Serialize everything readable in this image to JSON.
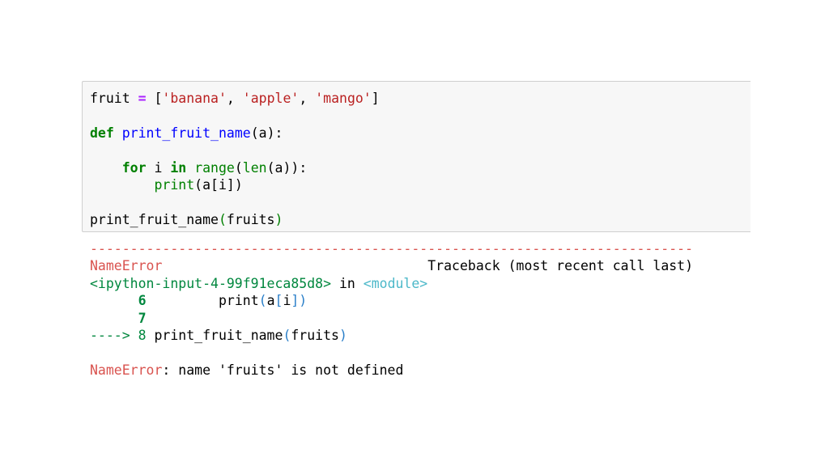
{
  "input_cell": {
    "line1": {
      "var": "fruit",
      "eq": " = ",
      "open": "[",
      "s1": "'banana'",
      "c1": ", ",
      "s2": "'apple'",
      "c2": ", ",
      "s3": "'mango'",
      "close": "]"
    },
    "line2": {
      "kw": "def",
      "sp": " ",
      "fn": "print_fruit_name",
      "rest": "(a):"
    },
    "line3": {
      "indent": "    ",
      "kw_for": "for",
      "t1": " i ",
      "kw_in": "in",
      "t2": " ",
      "bi_range": "range",
      "t3": "(",
      "bi_len": "len",
      "t4": "(a)):"
    },
    "line4": {
      "indent": "        ",
      "bi_print": "print",
      "rest": "(a[i])"
    },
    "line5": {
      "call": "print_fruit_name",
      "open": "(",
      "arg": "fruits",
      "close": ")"
    }
  },
  "output": {
    "divider": "---------------------------------------------------------------------------",
    "header": {
      "error_name": "NameError",
      "gap": "                                 ",
      "traceback": "Traceback (most recent call last)"
    },
    "frame": {
      "source": "<ipython-input-4-99f91eca85d8>",
      "in_text": " in ",
      "module": "<module>"
    },
    "tb6": {
      "pad": "      ",
      "num": "6",
      "code_pad": "         ",
      "call": "print",
      "open": "(",
      "arg": "a",
      "idx_open": "[",
      "idx": "i",
      "close": "])"
    },
    "tb7": {
      "pad": "      ",
      "num": "7"
    },
    "tb8": {
      "arrow": "----> 8 ",
      "call": "print_fruit_name",
      "open": "(",
      "arg": "fruits",
      "close": ")"
    },
    "final": {
      "error_name": "NameError",
      "message": ": name 'fruits' is not defined"
    }
  }
}
